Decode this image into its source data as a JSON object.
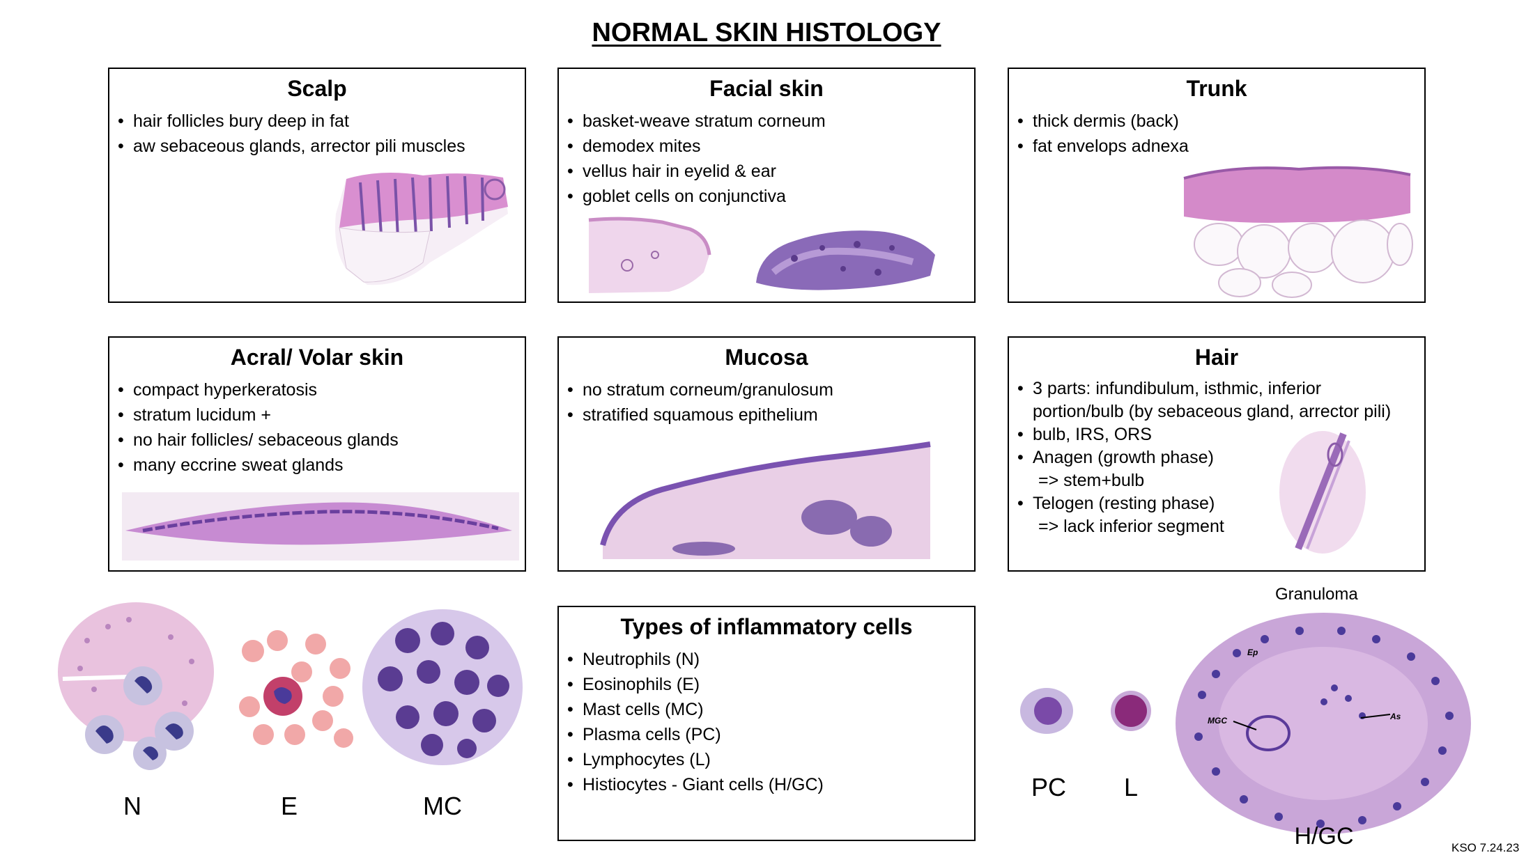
{
  "title": "NORMAL SKIN HISTOLOGY",
  "boxes": {
    "scalp": {
      "heading": "Scalp",
      "items": [
        "hair follicles bury deep in fat",
        "aw sebaceous glands, arrector pili muscles"
      ]
    },
    "facial": {
      "heading": "Facial skin",
      "items": [
        "basket-weave stratum corneum",
        "demodex mites",
        "vellus hair in eyelid & ear",
        "goblet cells on conjunctiva"
      ]
    },
    "trunk": {
      "heading": "Trunk",
      "items": [
        "thick dermis (back)",
        "fat envelops adnexa"
      ]
    },
    "acral": {
      "heading": "Acral/ Volar skin",
      "items": [
        "compact hyperkeratosis",
        "stratum lucidum +",
        "no hair follicles/ sebaceous glands",
        "many eccrine sweat glands"
      ]
    },
    "mucosa": {
      "heading": "Mucosa",
      "items": [
        "no stratum corneum/granulosum",
        "stratified squamous epithelium"
      ]
    },
    "hair": {
      "heading": "Hair",
      "item1_line1": "3 parts: infundibulum, isthmic, inferior",
      "item1_line2": "portion/bulb (by sebaceous gland, arrector pili)",
      "item2": "bulb, IRS, ORS",
      "item3_line1": "Anagen (growth phase)",
      "item3_line2": "=> stem+bulb",
      "item4_line1": "Telogen (resting phase)",
      "item4_line2": "=> lack inferior segment"
    },
    "inflammatory": {
      "heading": "Types of inflammatory cells",
      "items": [
        "Neutrophils (N)",
        "Eosinophils (E)",
        "Mast cells (MC)",
        "Plasma cells (PC)",
        "Lymphocytes (L)",
        "Histiocytes - Giant cells (H/GC)"
      ]
    }
  },
  "cell_labels": {
    "n": "N",
    "e": "E",
    "mc": "MC",
    "pc": "PC",
    "l": "L",
    "hgc": "H/GC"
  },
  "granuloma": {
    "title": "Granuloma",
    "ep": "Ep",
    "mgc": "MGC",
    "as": "As"
  },
  "footer": "KSO 7.24.23",
  "colors": {
    "eosin_pink": "#d98fd0",
    "hematoxylin_purple": "#6a3f9e",
    "fat_white": "#f4eef4"
  }
}
